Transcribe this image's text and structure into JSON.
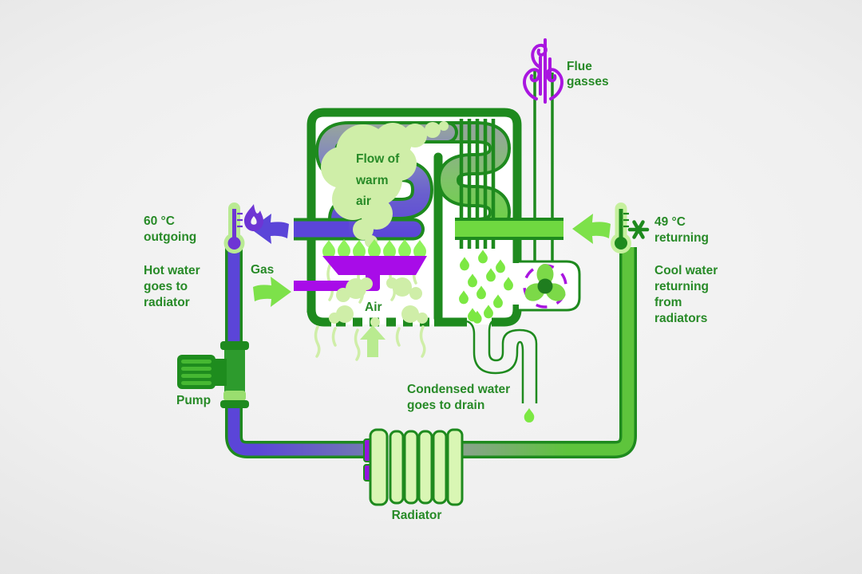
{
  "labels": {
    "temp_out": {
      "lines": [
        "60 °C",
        "outgoing"
      ]
    },
    "hot_water": {
      "lines": [
        "Hot water",
        "goes to",
        "radiator"
      ]
    },
    "gas": "Gas",
    "flow_warm_air": {
      "lines": [
        "Flow of",
        "warm",
        "air"
      ]
    },
    "air": "Air",
    "flue": {
      "lines": [
        "Flue",
        "gasses"
      ]
    },
    "temp_return": {
      "lines": [
        "49 °C",
        "returning"
      ]
    },
    "cool_water": {
      "lines": [
        "Cool water",
        "returning",
        "from",
        "radiators"
      ]
    },
    "condensed": {
      "lines": [
        "Condensed water",
        "goes to drain"
      ]
    },
    "pump": "Pump",
    "radiator": "Radiator"
  },
  "colors": {
    "outline_green": "#1e8a1e",
    "text_green": "#278a27",
    "bright_green": "#7ce843",
    "flame_green": "#90f25c",
    "pale_green": "#cfeea8",
    "radiator_fill": "#d9f6b4",
    "hot_indigo": "#5b45d8",
    "slate_blue": "#8084c2",
    "gray_green": "#96a49e",
    "gas_magenta": "#a80ce8",
    "flue_purple": "#a916e0",
    "valve_purple": "#9513e0",
    "thermo_purple": "#6e35d4"
  },
  "icons": {
    "thermometer_hot": "thermometer with flame",
    "thermometer_cold": "thermometer with frost asterisk",
    "fan": "three-blade fan with rotation arcs",
    "pump": "circulation pump on pipe",
    "radiator": "finned radiator",
    "flue_swirls": "rising flue gas swirls",
    "droplet": "condensate droplet",
    "flame": "burner flame"
  }
}
